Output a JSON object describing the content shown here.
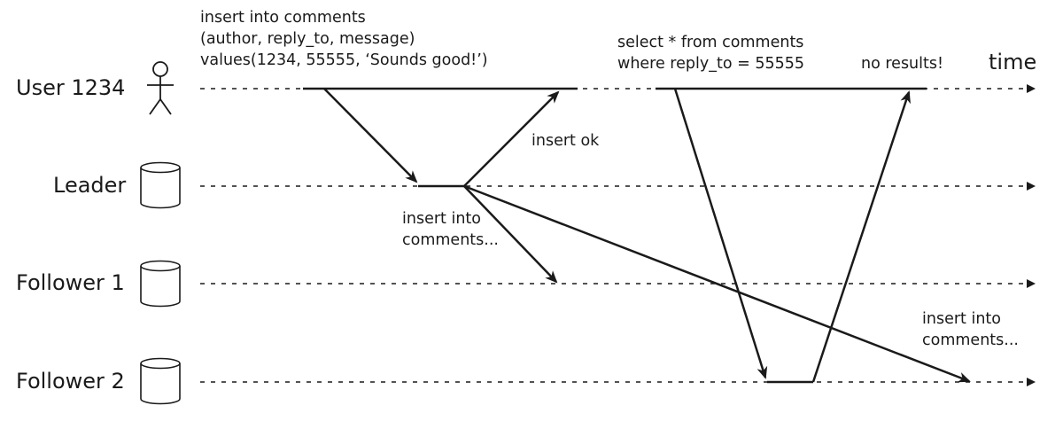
{
  "rows": [
    {
      "id": "user",
      "label": "User 1234",
      "icon": "person-icon"
    },
    {
      "id": "leader",
      "label": "Leader",
      "icon": "database-icon"
    },
    {
      "id": "follower1",
      "label": "Follower 1",
      "icon": "database-icon"
    },
    {
      "id": "follower2",
      "label": "Follower 2",
      "icon": "database-icon"
    }
  ],
  "time_label": "time",
  "messages": {
    "insert_query": [
      "insert into comments",
      "(author, reply_to, message)",
      "values(1234, 55555, ‘Sounds good!’)"
    ],
    "select_query": [
      "select * from comments",
      "where reply_to = 55555"
    ],
    "no_results": "no results!",
    "insert_ok": "insert ok",
    "replicate_f1": [
      "insert into",
      "comments..."
    ],
    "replicate_f2": [
      "insert into",
      "comments..."
    ]
  },
  "colors": {
    "ink": "#1a1a1a",
    "background": "#ffffff"
  }
}
